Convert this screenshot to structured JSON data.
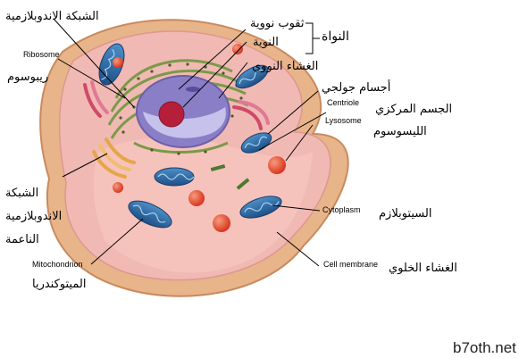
{
  "labels": {
    "er_top_ar": "الشبكة الاندوبلازمية",
    "ribosome_en": "Ribosome",
    "ribosome_ar": "ريبوسوم",
    "nuclear_pores_ar": "ثقوب نووية",
    "nucleolus_ar": "النوية",
    "nuclear_envelope_ar": "الغشاء النووي",
    "nucleus_ar": "النواة",
    "golgi_ar": "أجسام جولجي",
    "centriole_en": "Centriole",
    "centrosome_ar": "الجسم المركزي",
    "lysosome_en": "Lysosome",
    "lysosome_ar": "الليسوسوم",
    "smooth_er_line1_ar": "الشبكة",
    "smooth_er_line2_ar": "الاندوبلازمية",
    "smooth_er_line3_ar": "الناعمة",
    "mitochondrion_en": "Mitochondrion",
    "mitochondria_ar": "الميتوكندريا",
    "cytoplasm_en": "Cytoplasm",
    "cytoplasm_ar": "السيتوبلازم",
    "cell_membrane_en": "Cell membrane",
    "cell_membrane_ar": "الغشاء الخلوي",
    "watermark": "b7oth.net"
  },
  "colors": {
    "membrane": "#e8b48a",
    "cytoplasm": "#f1b9b3",
    "mitochondrion": "#2f6fa8",
    "nucleus": "#9a8fd0",
    "nucleolus": "#b51f3a",
    "lysosome": "#e2432a",
    "golgi": "#e7a54a",
    "er": "#7a9a4a"
  }
}
